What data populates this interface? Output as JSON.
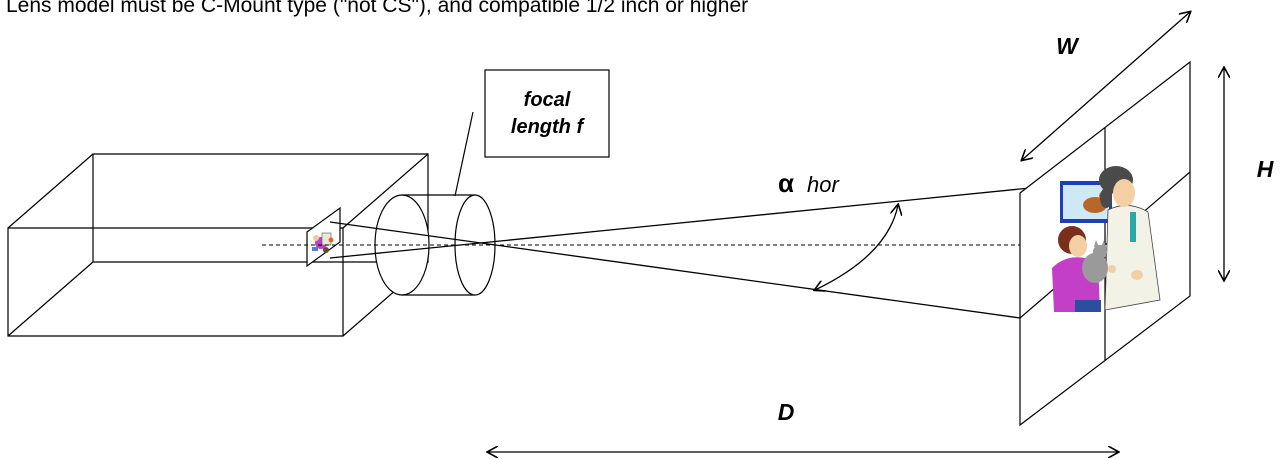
{
  "note": "Lens model must be C-Mount type (\"not CS\"), and compatible 1/2 inch or higher",
  "labels": {
    "focal_line1": "focal",
    "focal_line2": "length f",
    "alpha_symbol": "α",
    "alpha_text": "hor",
    "width": "W",
    "height": "H",
    "distance": "D"
  },
  "icons": {
    "scene": "vet-with-child-and-cat-clipart",
    "sensor_image": "inverted-scene-thumbnail"
  }
}
